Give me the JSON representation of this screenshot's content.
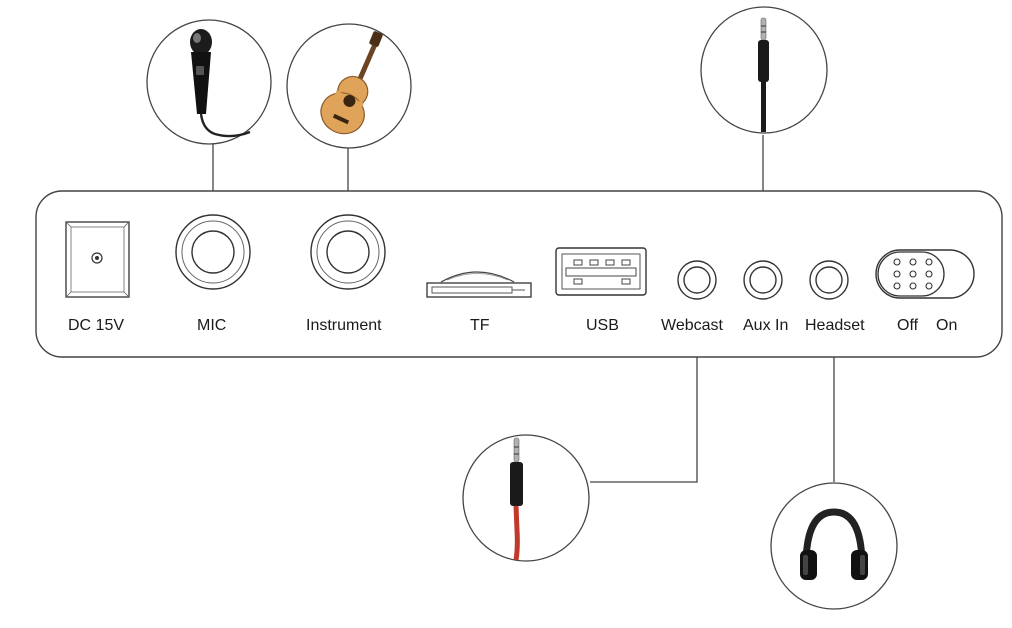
{
  "panel": {
    "labels": {
      "dc": "DC 15V",
      "mic": "MIC",
      "instrument": "Instrument",
      "tf": "TF",
      "usb": "USB",
      "webcast": "Webcast",
      "aux_in": "Aux In",
      "headset": "Headset",
      "off": "Off",
      "on": "On"
    }
  },
  "callouts": [
    {
      "port": "mic",
      "icon": "microphone-icon"
    },
    {
      "port": "instrument",
      "icon": "acoustic-guitar-icon"
    },
    {
      "port": "aux_in",
      "icon": "aux-jack-plug-icon"
    },
    {
      "port": "webcast",
      "icon": "webcast-cable-icon"
    },
    {
      "port": "headset",
      "icon": "headphones-icon"
    }
  ],
  "colors": {
    "outline": "#444444",
    "webcast_cable": "#c0392b",
    "guitar_body": "#e0a35a"
  }
}
